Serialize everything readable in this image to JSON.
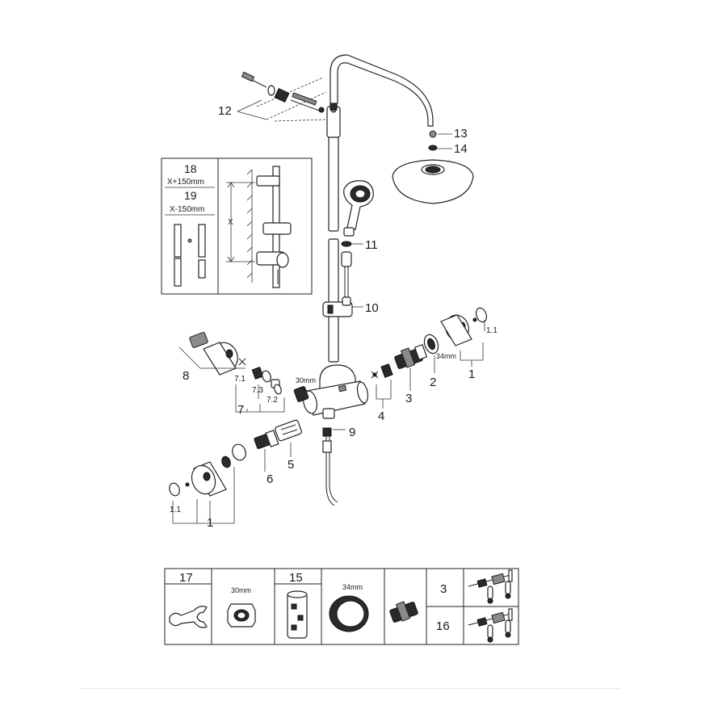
{
  "callouts": {
    "c12": "12",
    "c13": "13",
    "c14": "14",
    "c11": "11",
    "c10": "10",
    "c1_right": "1",
    "c1_1_right": "1.1",
    "c2": "2",
    "c3": "3",
    "c4": "4",
    "c9": "9",
    "c8": "8",
    "c7": "7",
    "c7_1": "7.1",
    "c7_2": "7.2",
    "c7_3": "7.3",
    "c6": "6",
    "c5": "5",
    "c1_left": "1",
    "c1_1_left": "1.1"
  },
  "dimensions": {
    "nut_30": "30mm",
    "ring_34": "34mm"
  },
  "inset": {
    "label_18": "18",
    "label_18_sub": "X+150mm",
    "label_19": "19",
    "label_19_sub": "X-150mm",
    "dim_x": "X"
  },
  "parts_table": {
    "c17": "17",
    "dim_30": "30mm",
    "c15": "15",
    "dim_34": "34mm",
    "c3": "3",
    "c16": "16"
  }
}
